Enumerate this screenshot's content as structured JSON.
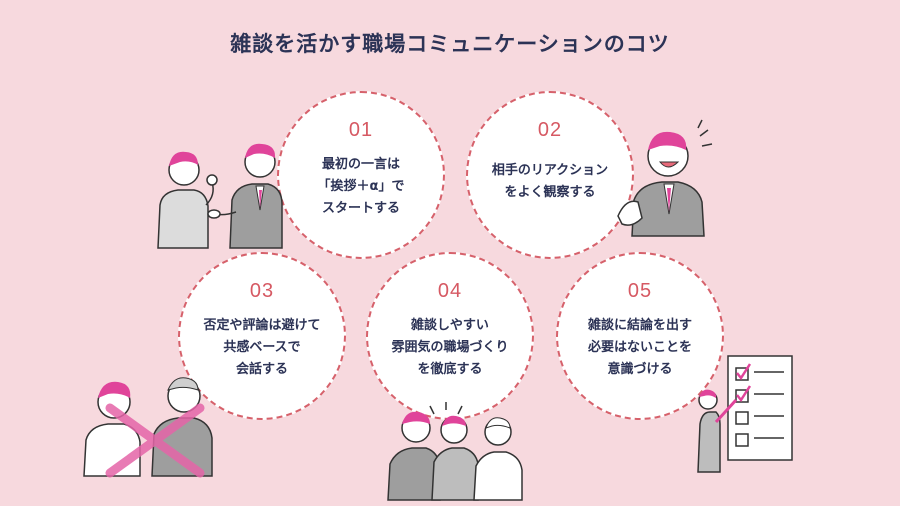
{
  "title": "雑談を活かす職場コミュニケーションのコツ",
  "tips": [
    {
      "num": "01",
      "lines": [
        "最初の一言は",
        "「挨拶＋α」で",
        "スタートする"
      ]
    },
    {
      "num": "02",
      "lines": [
        "相手のリアクション",
        "をよく観察する"
      ]
    },
    {
      "num": "03",
      "lines": [
        "否定や評論は避けて",
        "共感ベースで",
        "会話する"
      ]
    },
    {
      "num": "04",
      "lines": [
        "雑談しやすい",
        "雰囲気の職場づくり",
        "を徹底する"
      ]
    },
    {
      "num": "05",
      "lines": [
        "雑談に結論を出す",
        "必要はないことを",
        "意識づける"
      ]
    }
  ],
  "colors": {
    "background": "#f7d9de",
    "accent": "#d6616b",
    "text": "#2c3356",
    "hair": "#e0449a"
  }
}
